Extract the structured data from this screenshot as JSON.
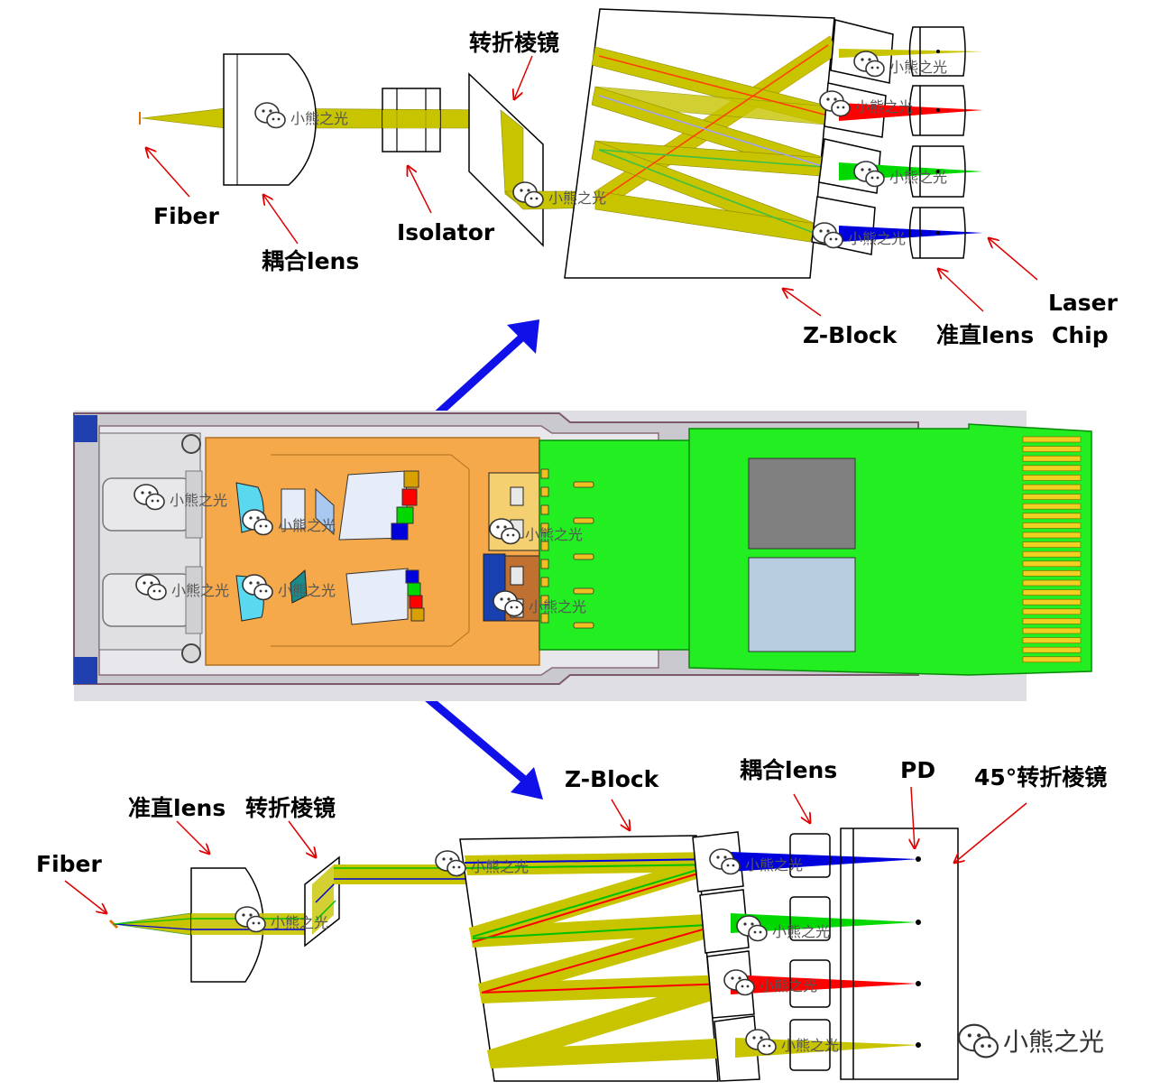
{
  "top_diagram": {
    "labels": {
      "prism": "转折棱镜",
      "fiber": "Fiber",
      "coupling_lens": "耦合lens",
      "isolator": "Isolator",
      "z_block": "Z-Block",
      "collimating_lens": "准直lens",
      "laser_chip_line1": "Laser",
      "laser_chip_line2": "Chip"
    },
    "channel_colors": [
      "#c8c400",
      "#ff0000",
      "#00d800",
      "#0000dd"
    ]
  },
  "bottom_diagram": {
    "labels": {
      "fiber": "Fiber",
      "collimating_lens": "准直lens",
      "prism": "转折棱镜",
      "z_block": "Z-Block",
      "coupling_lens": "耦合lens",
      "pd": "PD",
      "prism_45": "45°转折棱镜"
    },
    "channel_colors": [
      "#0000dd",
      "#00d800",
      "#ff0000",
      "#c8c400"
    ]
  },
  "module": {
    "colors": {
      "tosa_rosa_board": "#f5a94a",
      "pcb": "#22ee22",
      "housing": "#d9d9de",
      "arrow": "#1010e8"
    }
  },
  "watermark": {
    "text": "小熊之光",
    "logo_text": "小熊之光"
  }
}
